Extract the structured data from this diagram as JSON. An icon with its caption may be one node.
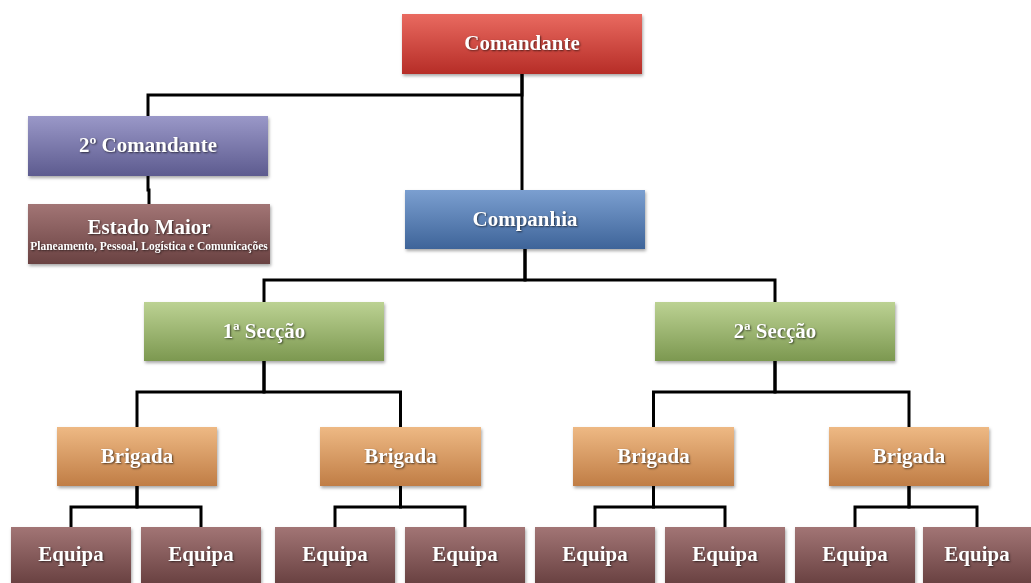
{
  "diagram": {
    "nodes": [
      {
        "text": [
          "Comandante"
        ]
      },
      {
        "text": [
          "2º Comandante"
        ]
      },
      {
        "text": [
          "Estado Maior",
          "Planeamento, Pessoal, Logística e Comunicações"
        ]
      },
      {
        "text": [
          "Companhia"
        ]
      },
      {
        "text": [
          "1ª Secção"
        ]
      },
      {
        "text": [
          "2ª Secção"
        ]
      },
      {
        "text": [
          "Brigada"
        ]
      },
      {
        "text": [
          "Brigada"
        ]
      },
      {
        "text": [
          "Brigada"
        ]
      },
      {
        "text": [
          "Brigada"
        ]
      },
      {
        "text": [
          "Equipa"
        ]
      },
      {
        "text": [
          "Equipa"
        ]
      },
      {
        "text": [
          "Equipa"
        ]
      },
      {
        "text": [
          "Equipa"
        ]
      },
      {
        "text": [
          "Equipa"
        ]
      },
      {
        "text": [
          "Equipa"
        ]
      },
      {
        "text": [
          "Equipa"
        ]
      },
      {
        "text": [
          "Equipa"
        ]
      }
    ],
    "edges": [
      {
        "from": 0,
        "to": 1,
        "arrow": "none"
      },
      {
        "from": 0,
        "to": 3,
        "arrow": "none"
      },
      {
        "from": 1,
        "to": 2,
        "arrow": "none"
      },
      {
        "from": 3,
        "to": 4,
        "arrow": "none"
      },
      {
        "from": 3,
        "to": 5,
        "arrow": "none"
      },
      {
        "from": 4,
        "to": 6,
        "arrow": "none"
      },
      {
        "from": 4,
        "to": 7,
        "arrow": "none"
      },
      {
        "from": 5,
        "to": 8,
        "arrow": "none"
      },
      {
        "from": 5,
        "to": 9,
        "arrow": "none"
      },
      {
        "from": 6,
        "to": 10,
        "arrow": "none"
      },
      {
        "from": 6,
        "to": 11,
        "arrow": "none"
      },
      {
        "from": 7,
        "to": 12,
        "arrow": "none"
      },
      {
        "from": 7,
        "to": 13,
        "arrow": "none"
      },
      {
        "from": 8,
        "to": 14,
        "arrow": "none"
      },
      {
        "from": 8,
        "to": 15,
        "arrow": "none"
      },
      {
        "from": 9,
        "to": 16,
        "arrow": "none"
      },
      {
        "from": 9,
        "to": 17,
        "arrow": "none"
      }
    ]
  }
}
